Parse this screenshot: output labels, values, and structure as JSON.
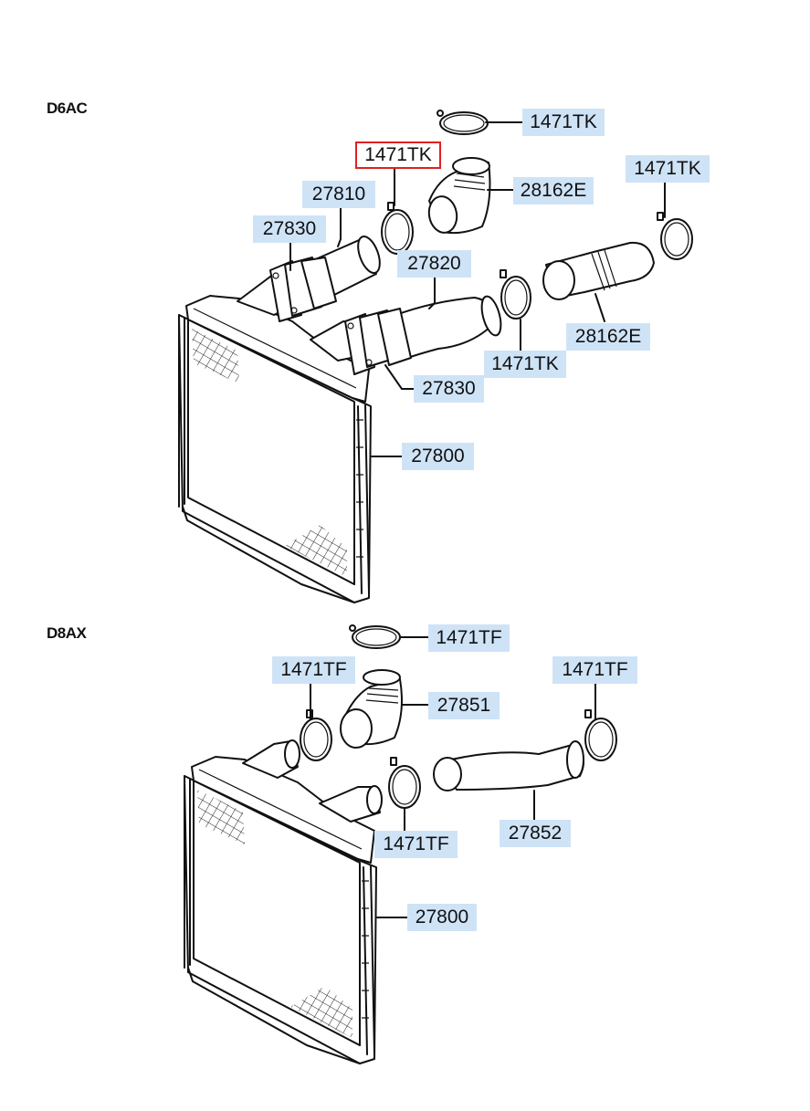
{
  "sections": [
    {
      "title": "D6AC",
      "labels": [
        {
          "text": "1471TK",
          "selected": false
        },
        {
          "text": "1471TK",
          "selected": true
        },
        {
          "text": "28162E",
          "selected": false
        },
        {
          "text": "1471TK",
          "selected": false
        },
        {
          "text": "27810",
          "selected": false
        },
        {
          "text": "27830",
          "selected": false
        },
        {
          "text": "27820",
          "selected": false
        },
        {
          "text": "28162E",
          "selected": false
        },
        {
          "text": "1471TK",
          "selected": false
        },
        {
          "text": "27830",
          "selected": false
        },
        {
          "text": "27800",
          "selected": false
        }
      ]
    },
    {
      "title": "D8AX",
      "labels": [
        {
          "text": "1471TF",
          "selected": false
        },
        {
          "text": "1471TF",
          "selected": false
        },
        {
          "text": "1471TF",
          "selected": false
        },
        {
          "text": "27851",
          "selected": false
        },
        {
          "text": "1471TF",
          "selected": false
        },
        {
          "text": "27852",
          "selected": false
        },
        {
          "text": "27800",
          "selected": false
        }
      ]
    }
  ],
  "colors": {
    "label_bg": "#cfe3f7",
    "selected_border": "#e02020",
    "line": "#111111"
  }
}
